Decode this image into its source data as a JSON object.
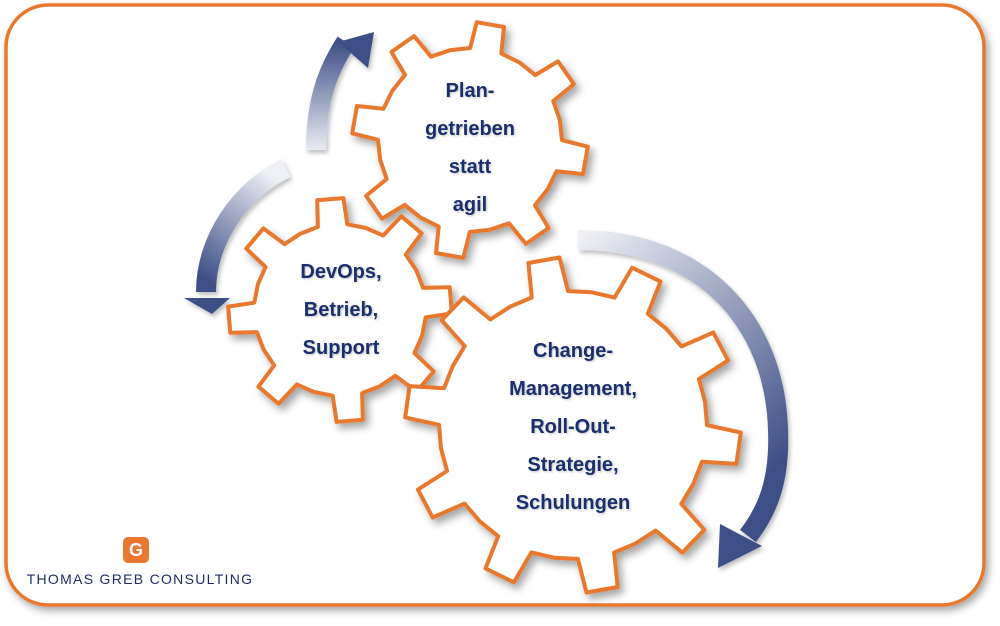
{
  "colors": {
    "frame_border": "#e8782f",
    "gear_stroke": "#e8782f",
    "gear_fill": "#ffffff",
    "text": "#1a2f6e",
    "arrow": "#3e4f86"
  },
  "gears": [
    {
      "id": "plan",
      "lines": [
        "Plan-",
        "getrieben",
        "statt",
        "agil"
      ]
    },
    {
      "id": "devops",
      "lines": [
        "DevOps,",
        "Betrieb,",
        "Support"
      ]
    },
    {
      "id": "change",
      "lines": [
        "Change-",
        "Management,",
        "Roll-Out-",
        "Strategie,",
        "Schulungen"
      ]
    }
  ],
  "arrows": [
    {
      "id": "arrow-top",
      "icon": "curved-arrow-icon"
    },
    {
      "id": "arrow-left",
      "icon": "curved-arrow-icon"
    },
    {
      "id": "arrow-right",
      "icon": "curved-arrow-icon"
    }
  ],
  "logo": {
    "mark": "G",
    "text": "THOMAS GREB CONSULTING"
  }
}
